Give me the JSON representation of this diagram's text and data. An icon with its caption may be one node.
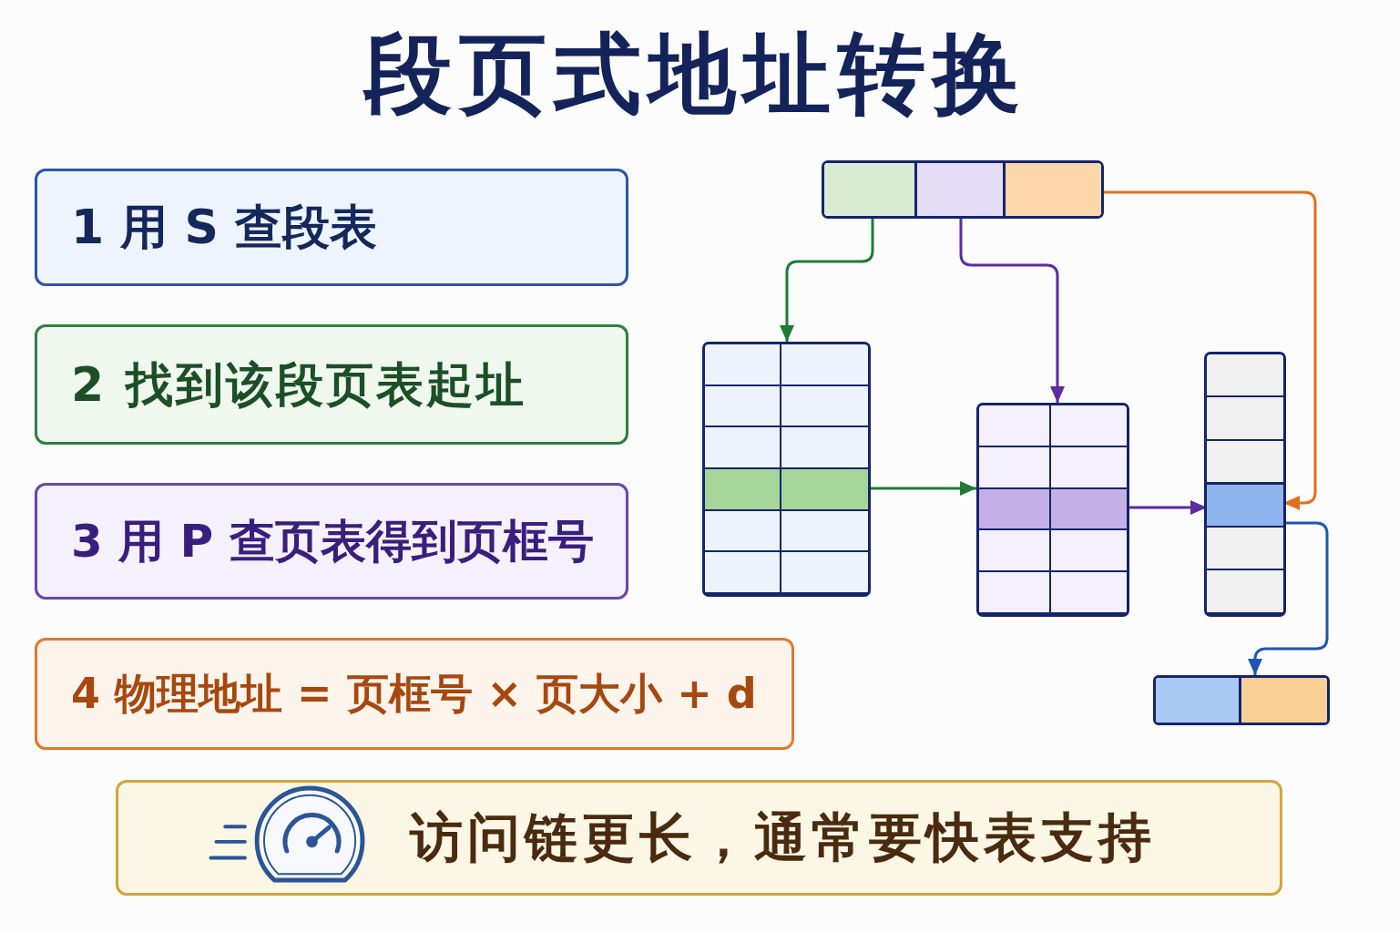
{
  "diagram": {
    "title": "段页式地址转换",
    "nodes": [
      {
        "text": [
          "1 用 S 查段表"
        ]
      },
      {
        "text": [
          "2 找到该段页表起址"
        ]
      },
      {
        "text": [
          "3 用 P 查页表得到页框号"
        ]
      },
      {
        "text": [
          "4 物理地址 = 页框号 × 页大小 + d"
        ]
      },
      {
        "text": [
          "访问链更长，通常要快表支持"
        ]
      },
      {
        "text": [],
        "shape": "box"
      },
      {
        "text": [],
        "shape": "box",
        "in": 5
      },
      {
        "text": [],
        "shape": "box",
        "in": 5
      },
      {
        "text": [],
        "shape": "box",
        "in": 5
      },
      {
        "text": [],
        "shape": "box"
      },
      {
        "text": [],
        "shape": "bar",
        "in": 9
      },
      {
        "text": [],
        "shape": "box"
      },
      {
        "text": [],
        "shape": "bar",
        "in": 11
      },
      {
        "text": [],
        "shape": "box"
      },
      {
        "text": [],
        "shape": "bar",
        "in": 13
      },
      {
        "text": [],
        "shape": "box"
      },
      {
        "text": [],
        "shape": "box",
        "in": 15
      },
      {
        "text": [],
        "shape": "box",
        "in": 15
      }
    ],
    "edges": [
      {
        "from": 6,
        "to": 9,
        "arrow": "to",
        "color": "#1f7a35"
      },
      {
        "from": 7,
        "to": 11,
        "arrow": "to",
        "color": "#5b2d9e"
      },
      {
        "from": 8,
        "to": 14,
        "arrow": "to",
        "color": "#e0701e"
      },
      {
        "from": 10,
        "to": 11,
        "arrow": "to",
        "color": "#1f7a35"
      },
      {
        "from": 12,
        "to": 14,
        "arrow": "to",
        "color": "#5b2d9e"
      },
      {
        "from": 14,
        "to": 15,
        "arrow": "to",
        "color": "#1f55b3"
      }
    ]
  }
}
